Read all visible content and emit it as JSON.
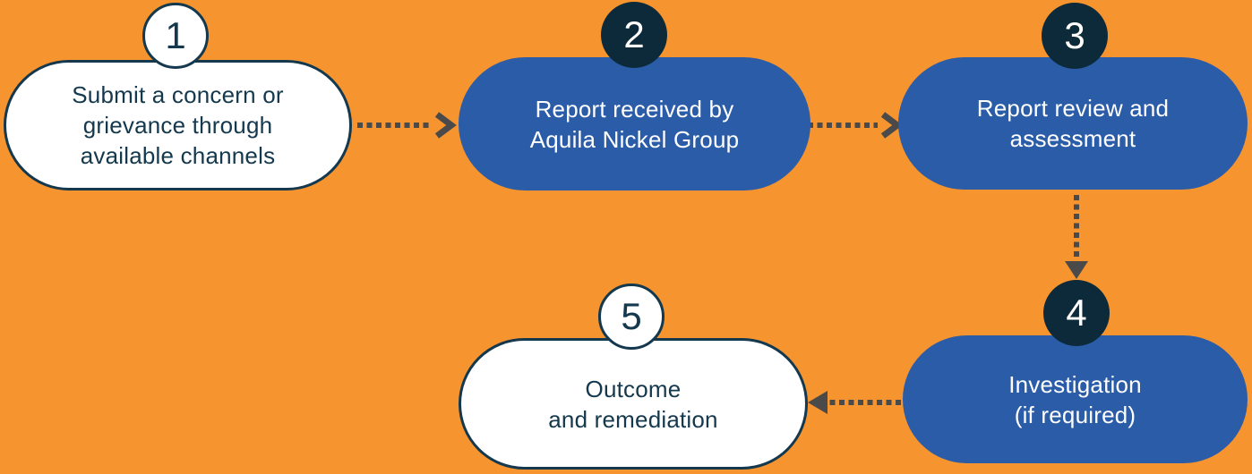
{
  "colors": {
    "orange": "#F6942F",
    "blue": "#2B5CA7",
    "navy": "#0C2A3A",
    "ink": "#14384D",
    "white": "#FFFFFF",
    "arrow": "#4A4A4A"
  },
  "diagram": {
    "type": "flowchart",
    "steps": [
      {
        "number": "1",
        "style": "light",
        "lines": [
          "Submit a concern or",
          "grievance through",
          "available channels"
        ]
      },
      {
        "number": "2",
        "style": "blue",
        "lines": [
          "Report received by",
          "Aquila Nickel Group"
        ]
      },
      {
        "number": "3",
        "style": "blue",
        "lines": [
          "Report review and",
          "assessment"
        ]
      },
      {
        "number": "4",
        "style": "blue",
        "lines": [
          "Investigation",
          "(if required)"
        ]
      },
      {
        "number": "5",
        "style": "light",
        "lines": [
          "Outcome",
          "and remediation"
        ]
      }
    ],
    "connections": [
      {
        "from": "1",
        "to": "2",
        "line": "dotted",
        "head": "chevron-right"
      },
      {
        "from": "2",
        "to": "3",
        "line": "dotted",
        "head": "chevron-right"
      },
      {
        "from": "3",
        "to": "4",
        "line": "dotted",
        "head": "triangle-down"
      },
      {
        "from": "4",
        "to": "5",
        "line": "dotted",
        "head": "triangle-left"
      }
    ]
  }
}
